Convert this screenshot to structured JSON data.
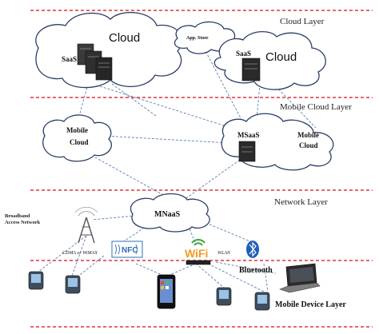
{
  "layers": {
    "cloud": "Cloud Layer",
    "mobile_cloud": "Mobile Cloud Layer",
    "network": "Network  Layer",
    "device": "Mobile Device Layer"
  },
  "clouds": {
    "left_title": "Cloud",
    "left_saas": "SaaS",
    "app_store": "App. Store",
    "right_saas": "SaaS",
    "right_title": "Cloud",
    "mobile_left_line1": "Mobile",
    "mobile_left_line2": "Cloud",
    "msaas": "MSaaS",
    "mobile_right_line1": "Mobile",
    "mobile_right_line2": "Cloud",
    "mnaas": "MNaaS"
  },
  "network": {
    "broadband_line1": "Broadband",
    "broadband_line2": "Access Network",
    "cdma": "CDMA or WiMAX",
    "nfc": "NFC",
    "wifi": "WiFi",
    "wlan": "WLAN",
    "bluetooth": "Bluetooth"
  },
  "colors": {
    "layer_divider": "#e0343a",
    "link": "#5b7fb3",
    "cloud_outline": "#2c3e66",
    "wifi_green": "#3aa63a",
    "wifi_orange": "#f39a1e",
    "bluetooth_blue": "#1e5fb8"
  }
}
